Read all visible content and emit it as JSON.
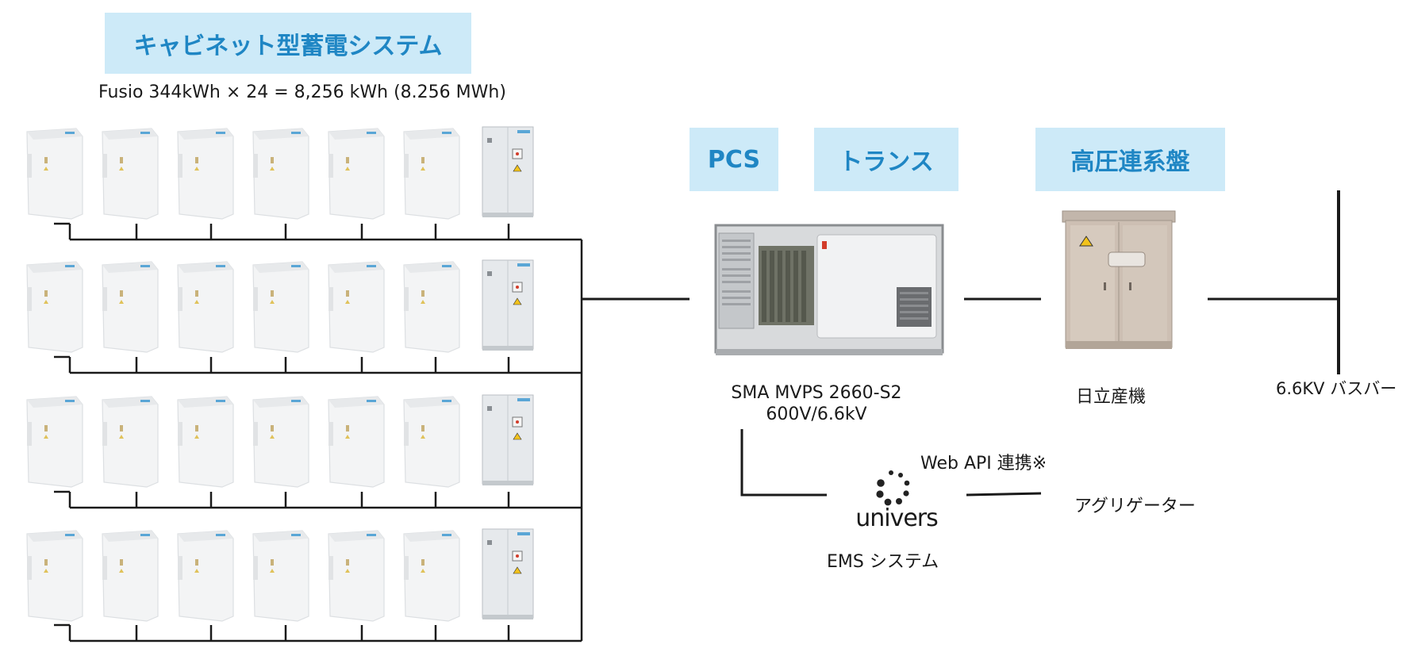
{
  "title_box": {
    "label": "キャビネット型蓄電システム"
  },
  "capacity_text": "Fusio 344kWh × 24 = 8,256 kWh (8.256 MWh)",
  "section_labels": {
    "pcs": "PCS",
    "transformer": "トランス",
    "hv_panel": "高圧連系盤"
  },
  "pcs_model": {
    "line1": "SMA MVPS 2660-S2",
    "line2": "600V/6.6kV"
  },
  "hv_panel_maker": "日立産機",
  "busbar_label": "6.6KV バスバー",
  "web_api_label": "Web API 連携※",
  "aggregator_label": "アグリゲーター",
  "ems": {
    "logo_text": "univers",
    "label": "EMS システム"
  },
  "battery_grid": {
    "rows": 4,
    "batteries_per_row": 6,
    "controllers_per_row": 1
  },
  "colors": {
    "accent_bg": "#cdeaf8",
    "accent_text": "#1f86c4",
    "wire": "#1a1a1a"
  }
}
